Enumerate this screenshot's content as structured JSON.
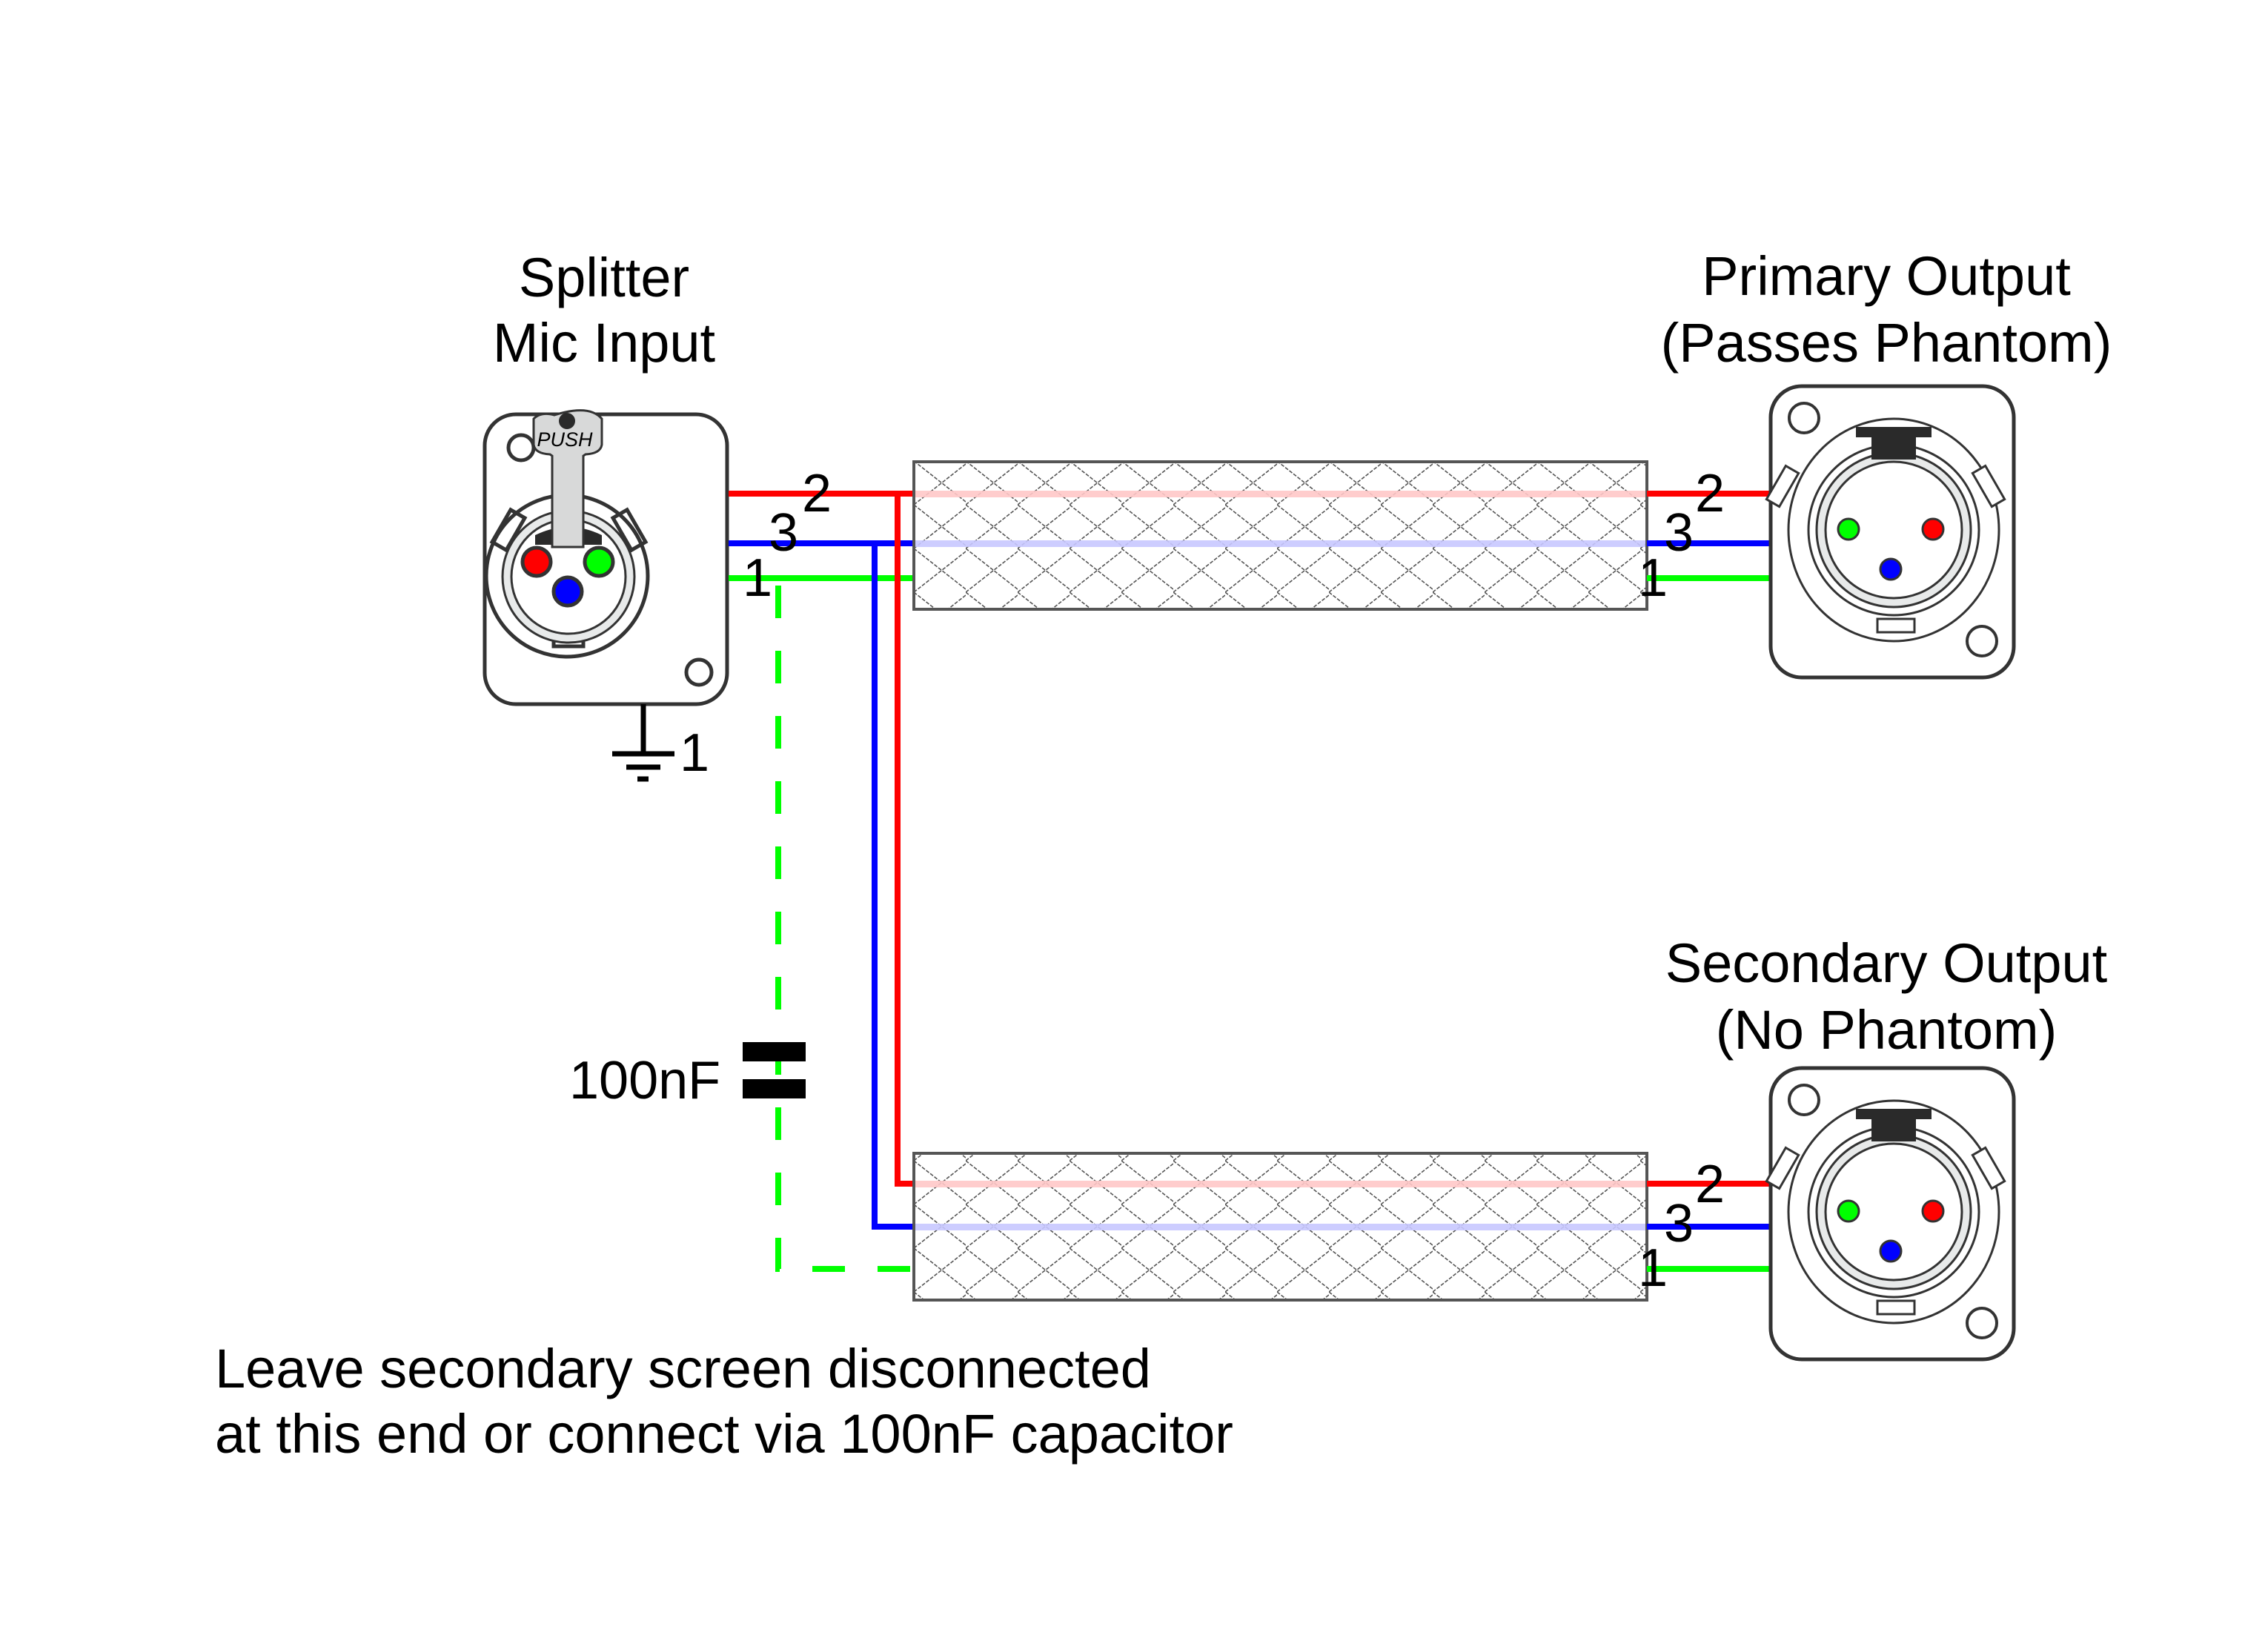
{
  "labels": {
    "input_title_line1": "Splitter",
    "input_title_line2": "Mic Input",
    "primary_title_line1": "Primary Output",
    "primary_title_line2": "(Passes Phantom)",
    "secondary_title_line1": "Secondary Output",
    "secondary_title_line2": "(No Phantom)",
    "push_label": "PUSH",
    "capacitor_label": "100nF",
    "ground_pin_label": "1",
    "note_line1": "Leave secondary screen disconnected",
    "note_line2": "at this end or connect via 100nF capacitor"
  },
  "pins": {
    "pin2": "2",
    "pin3": "3",
    "pin1": "1"
  },
  "colors": {
    "pin2_hot": "#ff0000",
    "pin3_cold": "#0000ff",
    "pin1_screen": "#00ff00",
    "pin2_faded": "#ffc8c8",
    "pin3_faded": "#c8c8ff",
    "outline": "#333333",
    "latch": "#2a2a2a",
    "ring_fill": "#e8eaea",
    "push_tab": "#d8d9d9"
  },
  "connectors": [
    {
      "name": "Splitter Mic Input",
      "type": "XLR female (with PUSH latch)"
    },
    {
      "name": "Primary Output",
      "type": "XLR male"
    },
    {
      "name": "Secondary Output",
      "type": "XLR male"
    }
  ]
}
